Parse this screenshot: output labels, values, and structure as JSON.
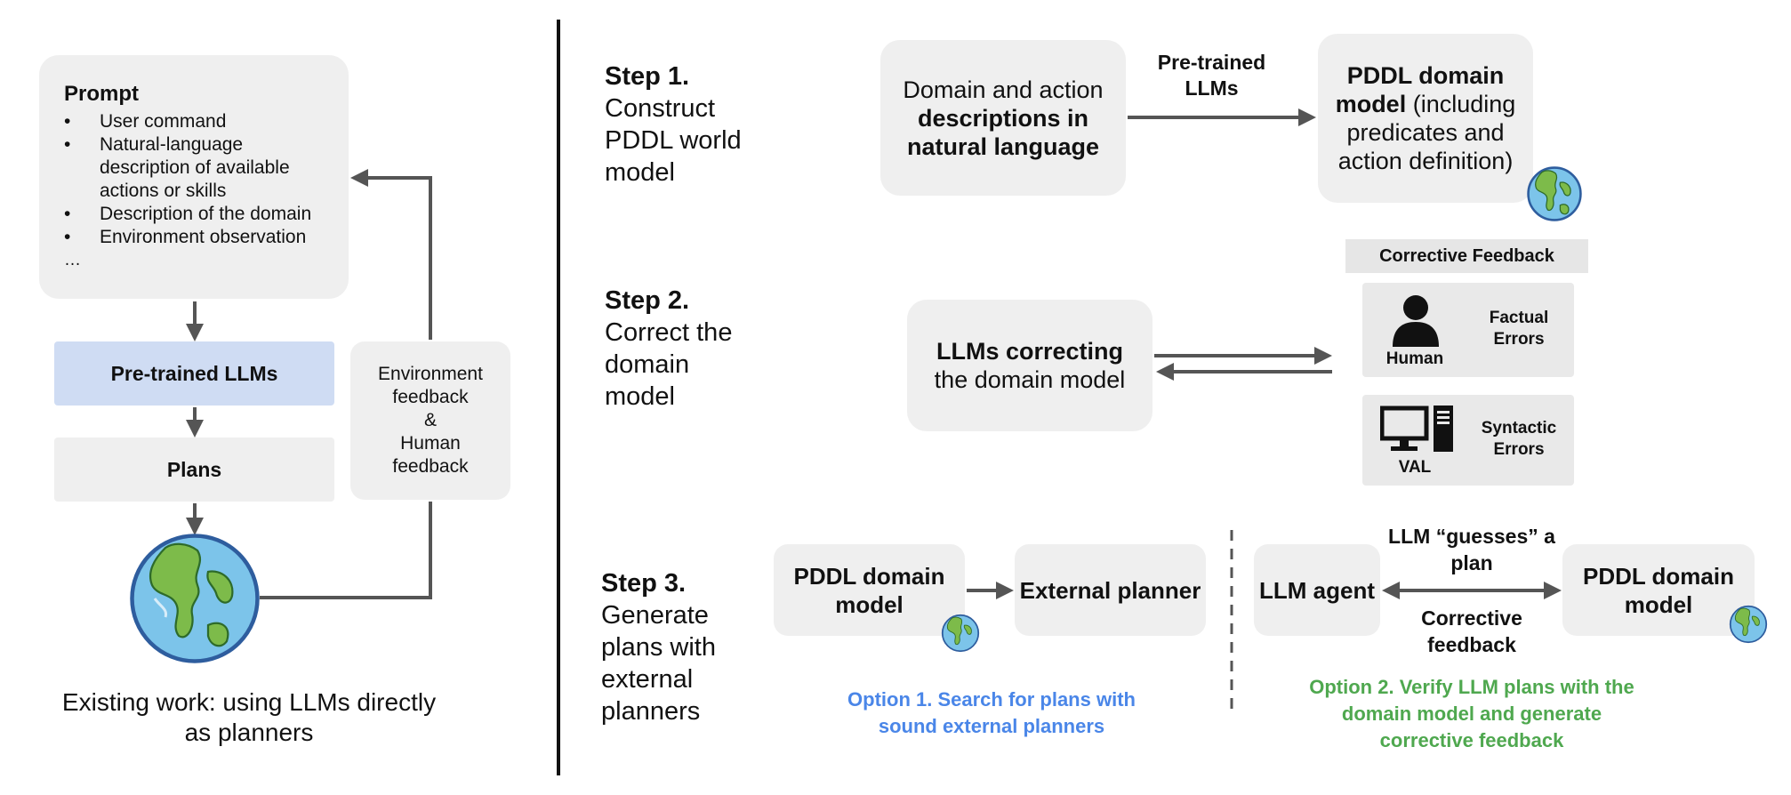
{
  "left": {
    "prompt_title": "Prompt",
    "prompt_items": [
      "User command",
      "Natural-language description of available actions or skills",
      "Description of the domain",
      "Environment observation"
    ],
    "prompt_ellipsis": "…",
    "llm_label": "Pre-trained LLMs",
    "plans_label": "Plans",
    "feedback_lines": [
      "Environment",
      "feedback",
      "&",
      "Human",
      "feedback"
    ],
    "caption": "Existing work: using LLMs directly as planners"
  },
  "step1": {
    "heading": "Step 1.",
    "desc_lines": [
      "Construct",
      "PDDL world",
      "model"
    ],
    "domain_box": {
      "plain": "Domain and action",
      "bold": "descriptions in natural language"
    },
    "arrow_label": "Pre-trained LLMs",
    "pddl_box": {
      "bold": "PDDL domain model",
      "plain": "(including predicates and action definition)"
    }
  },
  "step2": {
    "heading": "Step 2.",
    "desc_lines": [
      "Correct the",
      "domain",
      "model"
    ],
    "correcting_box": {
      "bold": "LLMs correcting",
      "plain": "the domain model"
    },
    "feedback_header": "Corrective Feedback",
    "human": {
      "label": "Human",
      "errors": "Factual Errors"
    },
    "val": {
      "label": "VAL",
      "errors": "Syntactic Errors"
    }
  },
  "step3": {
    "heading": "Step 3.",
    "desc_lines": [
      "Generate",
      "plans with",
      "external",
      "planners"
    ],
    "pddl_box": "PDDL domain model",
    "planner_box": "External planner",
    "agent_box": "LLM agent",
    "pddl_box2": "PDDL domain model",
    "guess_label": "LLM “guesses” a plan",
    "corrective_label": "Corrective feedback",
    "option1": "Option 1. Search for plans with sound external planners",
    "option2": "Option 2. Verify LLM plans with the domain model and generate corrective feedback"
  },
  "colors": {
    "llm_box": "#cfdcf3",
    "option1": "#4a86e8",
    "option2": "#4fa84f",
    "arrow": "#555555",
    "box": "#efefef"
  }
}
